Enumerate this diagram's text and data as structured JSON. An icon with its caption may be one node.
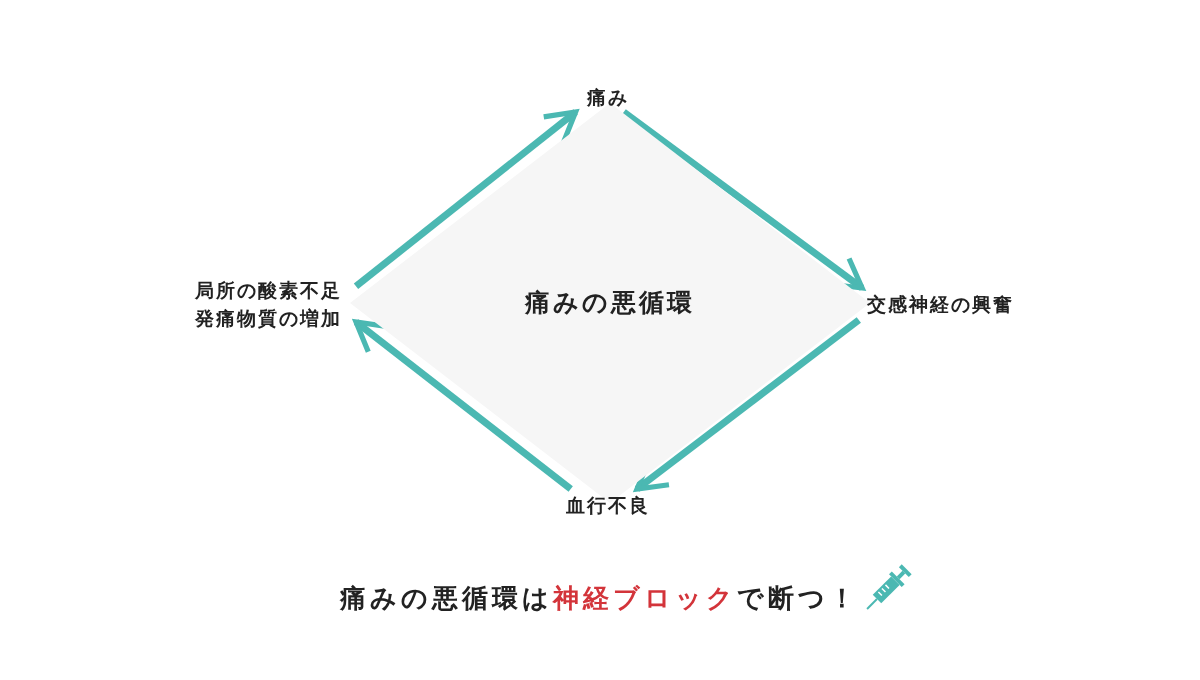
{
  "diagram": {
    "nodes": [
      {
        "text": [
          "痛みの悪循環"
        ]
      },
      {
        "text": [
          "痛み"
        ]
      },
      {
        "text": [
          "交感神経の興奮"
        ]
      },
      {
        "text": [
          "血行不良"
        ]
      },
      {
        "text": [
          "局所の酸素不足発痛物質の増加"
        ]
      }
    ],
    "edges": [
      {
        "from": 4,
        "to": 1,
        "arrow": "to"
      },
      {
        "from": 1,
        "to": 2,
        "arrow": "to"
      },
      {
        "from": 2,
        "to": 3,
        "arrow": "to"
      },
      {
        "from": 3,
        "to": 4,
        "arrow": "to"
      }
    ],
    "caption": "痛みの悪循環は**神経ブロック**で断つ！"
  }
}
